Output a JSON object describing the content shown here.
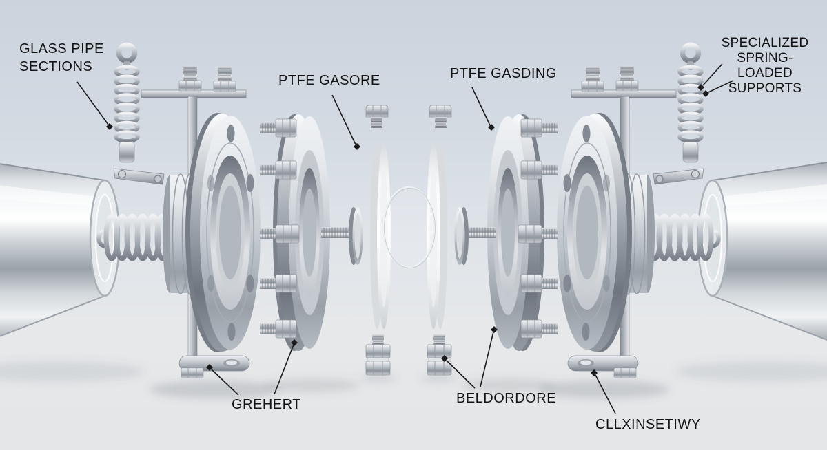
{
  "figure": {
    "kind": "exploded-assembly-diagram",
    "subject": "glass pipe flange coupling with PTFE gaskets and spring-loaded supports"
  },
  "palette": {
    "background_top": "#cbd3dd",
    "background_bottom": "#e4e6e8",
    "steel_light": "#f5f7f9",
    "steel_mid": "#b9bfc7",
    "steel_dark": "#6e747d",
    "gasket_white": "#ffffff",
    "label_color": "#141414",
    "leader_color": "#1a1a1a"
  },
  "labels": {
    "glass_pipe_sections": {
      "line1": "GLASS PIPE",
      "line2": "SECTIONS"
    },
    "ptfe_gasore": {
      "text": "PTFE GASORE"
    },
    "ptfe_gasding": {
      "text": "PTFE GASDING"
    },
    "spring_supports": {
      "line1": "SPECIALIZED",
      "line2": "SPRING-LOADED",
      "line3": "SUPPORTS"
    },
    "grehert": {
      "text": "GREHERT"
    },
    "beldordore": {
      "text": "BELDORDORE"
    },
    "cllxinsetiwy": {
      "text": "CLLXINSETIWY"
    }
  }
}
